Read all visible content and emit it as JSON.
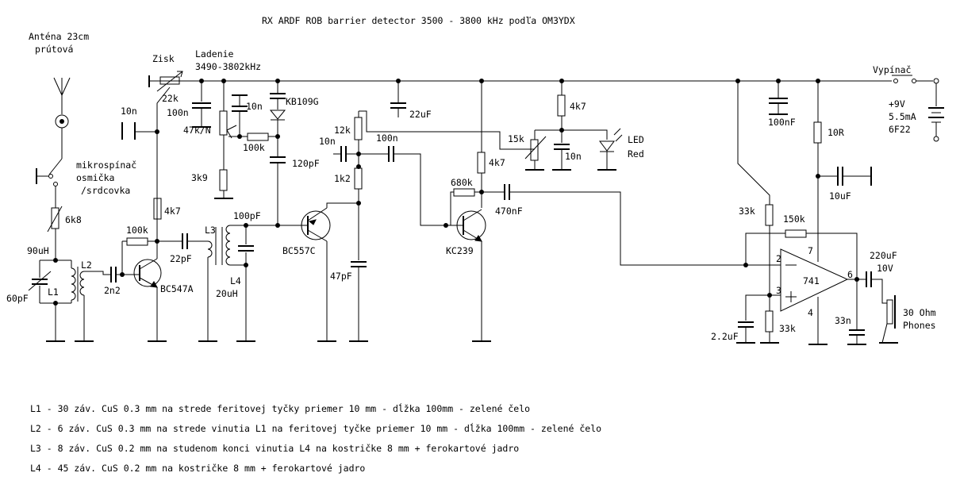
{
  "title": "RX ARDF ROB barrier detector 3500 - 3800 kHz podľa OM3YDX",
  "antenna": [
    "Anténa 23cm",
    "prútová"
  ],
  "switch": [
    "mikrospínač",
    "osmička",
    "/srdcovka"
  ],
  "gain_label": "Zisk",
  "tuning": [
    "Ladenie",
    "3490-3802kHz"
  ],
  "power_switch": "Vypínač",
  "battery": [
    "+9V",
    "5.5mA",
    "6F22"
  ],
  "led": [
    "LED",
    "Red"
  ],
  "parts": {
    "r22k": "22k",
    "c100n_a": "100n",
    "c10n_a": "10n",
    "c10n_b": "10n",
    "kb109g": "KB109G",
    "c22uf": "22uF",
    "r4k7_a": "4k7",
    "r47kn": "47k/N",
    "r100k_a": "100k",
    "r12k": "12k",
    "c10n_c": "10n",
    "c100n_b": "100n",
    "r15k": "15k",
    "r4k7_b": "4k7",
    "c10n_d": "10n",
    "c100nf": "100nF",
    "r10r": "10R",
    "r3k9": "3k9",
    "c120pf": "120pF",
    "r1k2": "1k2",
    "r680k": "680k",
    "c470nf": "470nF",
    "r33k_a": "33k",
    "r150k": "150k",
    "c10uf": "10uF",
    "r6k8": "6k8",
    "r4k7_c": "4k7",
    "c90uh": "90uH",
    "r100k_b": "100k",
    "l3": "L3",
    "c100pf": "100pF",
    "bc557c": "BC557C",
    "kc239": "KC239",
    "l2": "L2",
    "l1": "L1",
    "c60pf": "60pF",
    "c2n2": "2n2",
    "bc547a": "BC547A",
    "c22pf": "22pF",
    "l4": "L4",
    "c20uh": "20uH",
    "c47pf": "47pF",
    "c220uf": "220uF",
    "v10v": "10V",
    "pin2": "2",
    "pin7": "7",
    "pin6": "6",
    "pin3": "3",
    "pin4": "4",
    "op741": "741",
    "phones": "30 Ohm",
    "phones2": "Phones",
    "c33n": "33n",
    "r33k_b": "33k",
    "c2u2": "2.2uF"
  },
  "notes": [
    "L1 - 30 záv. CuS 0.3 mm na strede feritovej tyčky priemer 10 mm - dĺžka 100mm - zelené čelo",
    "L2 - 6 záv. CuS 0.3 mm na strede vinutia L1 na feritovej tyčke priemer 10 mm - dĺžka 100mm - zelené čelo",
    "L3 - 8 záv. CuS 0.2 mm na studenom konci vinutia L4 na kostričke 8 mm + ferokartové jadro",
    "L4 - 45 záv. CuS 0.2 mm na kostričke 8 mm + ferokartové jadro"
  ]
}
